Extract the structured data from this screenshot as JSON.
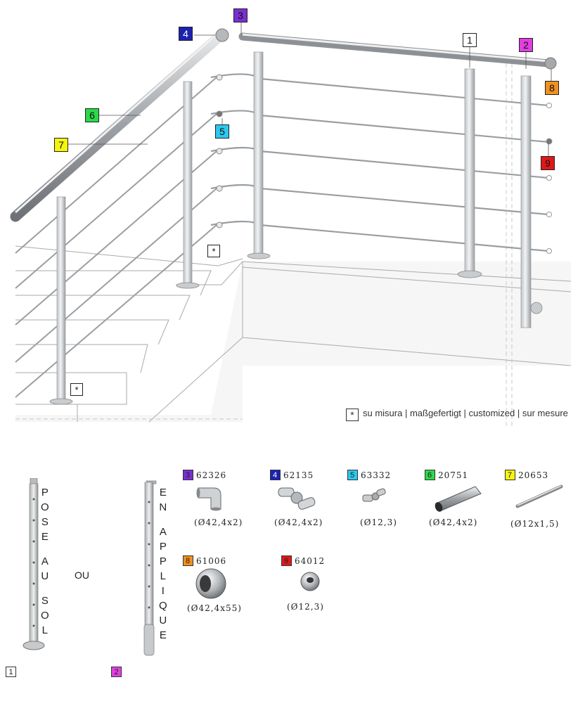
{
  "colors": {
    "c1": "#ffffff",
    "c2": "#e040e0",
    "c3": "#7a2fd0",
    "c4": "#1c22b0",
    "c5": "#2cc8ee",
    "c6": "#2cd84a",
    "c7": "#f4f410",
    "c8": "#f09020",
    "c9": "#e01818"
  },
  "badges": [
    "1",
    "2",
    "3",
    "4",
    "5",
    "6",
    "7",
    "8",
    "9"
  ],
  "star_symbol": "*",
  "caption": "su misura | maßgefertigt | customized | sur mesure",
  "parts": [
    {
      "num": "3",
      "code": "62326",
      "dim": "(Ø42,4x2)"
    },
    {
      "num": "4",
      "code": "62135",
      "dim": "(Ø42,4x2)"
    },
    {
      "num": "5",
      "code": "63332",
      "dim": "(Ø12,3)"
    },
    {
      "num": "6",
      "code": "20751",
      "dim": "(Ø42,4x2)"
    },
    {
      "num": "7",
      "code": "20653",
      "dim": "(Ø12x1,5)"
    },
    {
      "num": "8",
      "code": "61006",
      "dim": "(Ø42,4x55)"
    },
    {
      "num": "9",
      "code": "64012",
      "dim": "(Ø12,3)"
    }
  ],
  "posts": {
    "floor_label": [
      "P",
      "O",
      "S",
      "E",
      "A",
      "U",
      "S",
      "O",
      "L"
    ],
    "wall_label": [
      "E",
      "N",
      "A",
      "P",
      "P",
      "L",
      "I",
      "Q",
      "U",
      "E"
    ],
    "or_label": "OU"
  }
}
